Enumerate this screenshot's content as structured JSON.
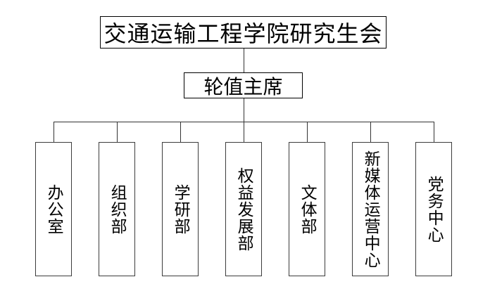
{
  "org_chart": {
    "root": {
      "label": "交通运输工程学院研究生会"
    },
    "chair": {
      "label": "轮值主席"
    },
    "departments": [
      {
        "label": "办公室"
      },
      {
        "label": "组织部"
      },
      {
        "label": "学研部"
      },
      {
        "label": "权益发展部"
      },
      {
        "label": "文体部"
      },
      {
        "label": "新媒体运营中心"
      },
      {
        "label": "党务中心"
      }
    ],
    "colors": {
      "background": "#ffffff",
      "box_border": "#000000",
      "dept_border": "#3c3c3c",
      "line": "#333333",
      "text": "#000000"
    }
  }
}
